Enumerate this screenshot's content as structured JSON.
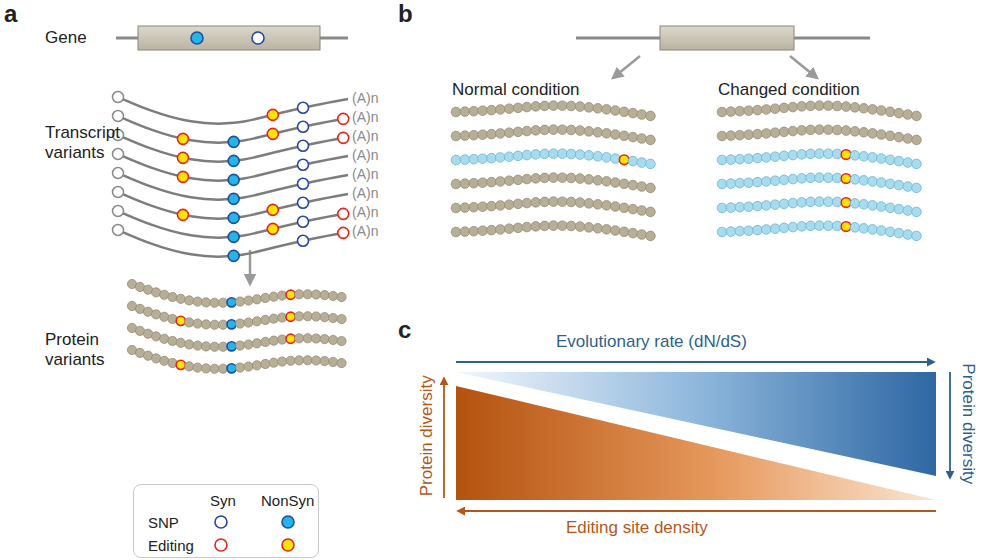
{
  "diagram": {
    "nodes": [
      {
        "text": [
          "Syn",
          "NonSyn",
          "SNP",
          "Editing"
        ]
      }
    ],
    "labels": [
      "a",
      "Gene",
      "Transcript variants",
      "(A)n",
      "(A)n",
      "(A)n",
      "(A)n",
      "(A)n",
      "(A)n",
      "(A)n",
      "(A)n",
      "Protein variants",
      "b",
      "Normal condition",
      "Changed condition",
      "c",
      "Evolutionary rate (dN/dS)",
      "Protein diversity",
      "Protein diversity",
      "Editing site density"
    ]
  }
}
